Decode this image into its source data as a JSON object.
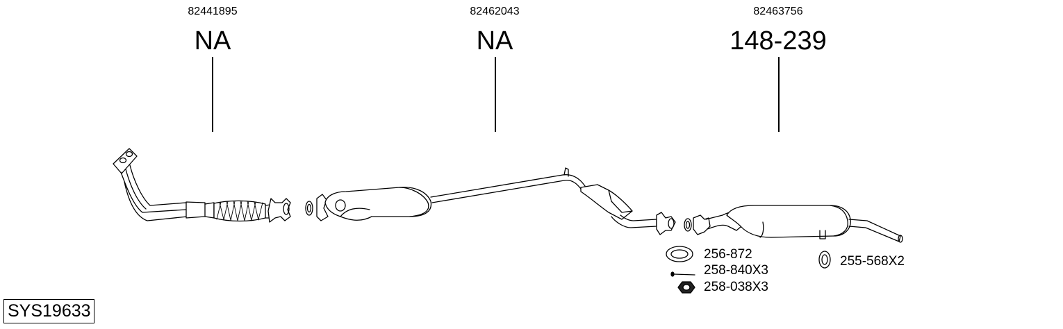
{
  "system_code": "SYS19633",
  "sections": [
    {
      "oem_number": "82441895",
      "part_number": "NA"
    },
    {
      "oem_number": "82462043",
      "part_number": "NA"
    },
    {
      "oem_number": "82463756",
      "part_number": "148-239"
    }
  ],
  "accessories": [
    {
      "part": "256-872",
      "icon": "gasket-ring-icon"
    },
    {
      "part": "258-840X3",
      "icon": "bolt-icon"
    },
    {
      "part": "258-038X3",
      "icon": "nut-icon"
    },
    {
      "part": "255-568X2",
      "icon": "rubber-mount-icon"
    }
  ]
}
